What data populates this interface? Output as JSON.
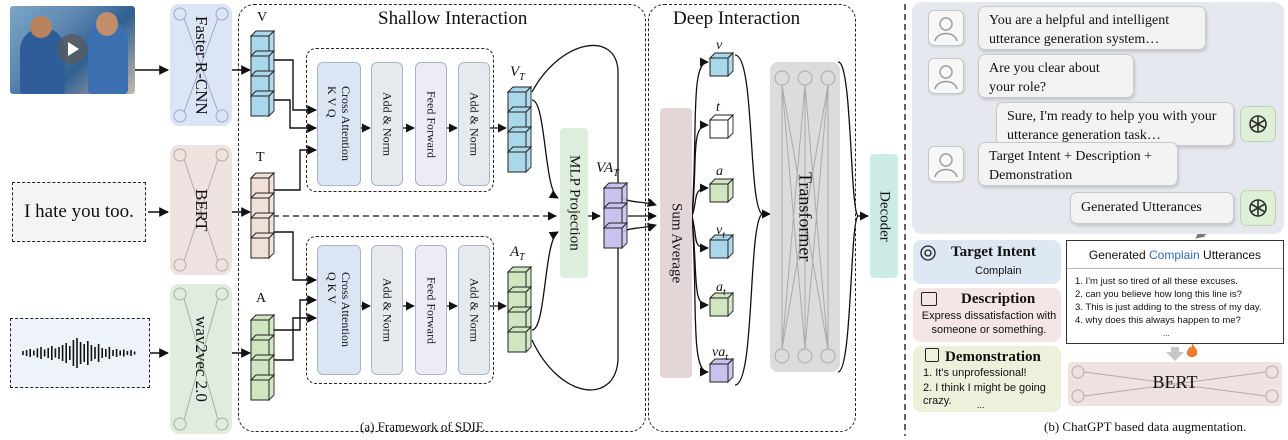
{
  "left": {
    "encoders": {
      "faster_rcnn": "Faster R-CNN",
      "bert": "BERT",
      "wav2vec": "wav2vec 2.0"
    },
    "text_input": "I hate you too.",
    "labels": {
      "v": "V",
      "t": "T",
      "a": "A"
    },
    "shallow_title": "Shallow Interaction",
    "deep_title": "Deep Interaction",
    "blocks": {
      "cross_attention": "Cross Attention",
      "kvq_top": "K  V  Q",
      "qkv_bottom": "Q  K  V",
      "add_norm": "Add & Norm",
      "feed_forward": "Feed Forward"
    },
    "outputs": {
      "vt": "V",
      "vt_sub": "T",
      "at": "A",
      "at_sub": "T",
      "vat": "VA",
      "vat_sub": "T"
    },
    "mlp": "MLP Projection",
    "sum_average": "Sum Average",
    "deep_tokens": [
      "v",
      "t",
      "a",
      "v",
      "a",
      "va"
    ],
    "deep_token_subs": [
      "",
      "",
      "",
      "t",
      "t",
      "t"
    ],
    "transformer": "Transformer",
    "decoder": "Decoder",
    "caption": "(a) Framework of SDIF."
  },
  "right": {
    "chat": [
      {
        "role": "user",
        "text": "You are a helpful and intelligent utterance generation system…"
      },
      {
        "role": "user",
        "text": "Are you clear about your role?"
      },
      {
        "role": "assistant",
        "text": "Sure, I'm ready to help you with your utterance generation task…"
      },
      {
        "role": "user",
        "text": "Target Intent + Description + Demonstration"
      },
      {
        "role": "assistant",
        "text": "Generated Utterances"
      }
    ],
    "intent_title": "Target Intent",
    "intent_value": "Complain",
    "desc_title": "Description",
    "desc_text": "Express dissatisfaction with someone or something.",
    "demo_title": "Demonstration",
    "demo_items": [
      "1. It's unprofessional!",
      "2. I think I might be going crazy.",
      "..."
    ],
    "gen_title_pre": "Generated ",
    "gen_title_key": "Complain",
    "gen_title_post": " Utterances",
    "gen_items": [
      "1. I'm just so tired of all these excuses.",
      "2. can you believe how long this line is?",
      "3. This is just adding to the stress of my day.",
      "4. why does this always happen to me?",
      "..."
    ],
    "bert": "BERT",
    "caption": "(b) ChatGPT based data augmentation."
  },
  "colors": {
    "blue_encoder": "#dbe5f5",
    "pink_encoder": "#efe3e1",
    "green_encoder": "#e0ecdf",
    "cross_attn_fill": "#dbe6f5",
    "add_norm_fill": "#e6e9ee",
    "ff_fill": "#efebf6",
    "mlp_fill": "#ddeedc",
    "sum_fill": "#e3d6d7",
    "transformer_fill": "#dcdcdc",
    "decoder_fill": "#cdebe5",
    "chat_bg": "#e6e8ef",
    "complain_blue": "#2f6db6",
    "cube_blue": "#a9d8ea",
    "cube_pink": "#f1e0d8",
    "cube_green": "#cfe6c1",
    "cube_purple": "#c9c2ee"
  },
  "icons": [
    "play-icon",
    "waveform-icon",
    "user-icon",
    "openai-icon",
    "target-icon",
    "document-icon",
    "calendar-icon",
    "fire-icon",
    "arrow-down-icon"
  ]
}
